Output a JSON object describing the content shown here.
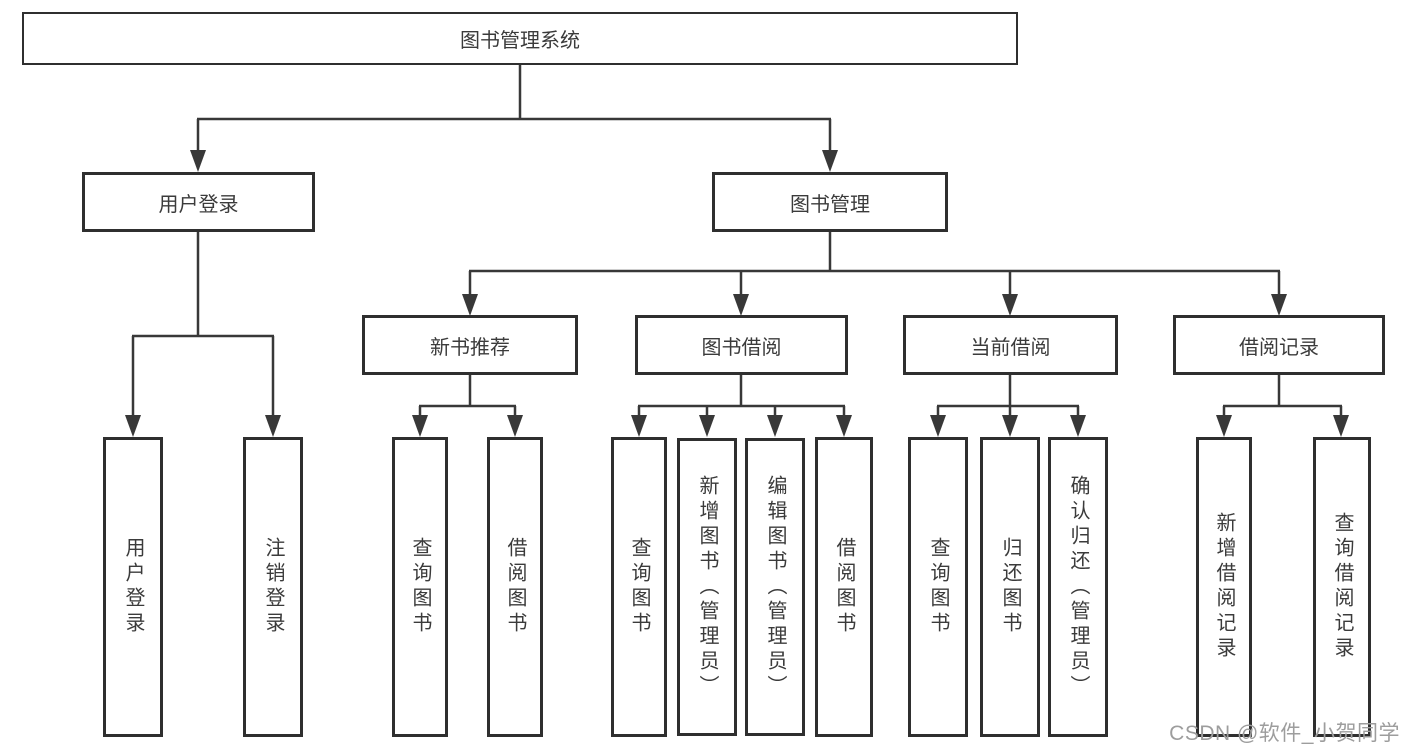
{
  "diagram": {
    "root": {
      "label": "图书管理系统"
    },
    "branches": [
      {
        "label": "用户登录",
        "children": [
          {
            "label": "用户登录"
          },
          {
            "label": "注销登录"
          }
        ]
      },
      {
        "label": "图书管理",
        "children": [
          {
            "label": "新书推荐",
            "children": [
              {
                "label": "查询图书"
              },
              {
                "label": "借阅图书"
              }
            ]
          },
          {
            "label": "图书借阅",
            "children": [
              {
                "label": "查询图书"
              },
              {
                "label": "新增图书（管理员）"
              },
              {
                "label": "编辑图书（管理员）"
              },
              {
                "label": "借阅图书"
              }
            ]
          },
          {
            "label": "当前借阅",
            "children": [
              {
                "label": "查询图书"
              },
              {
                "label": "归还图书"
              },
              {
                "label": "确认归还（管理员）"
              }
            ]
          },
          {
            "label": "借阅记录",
            "children": [
              {
                "label": "新增借阅记录"
              },
              {
                "label": "查询借阅记录"
              }
            ]
          }
        ]
      }
    ]
  },
  "watermark": "CSDN @软件_小贺同学",
  "colors": {
    "line": "#383838",
    "border": "#2f2f2f",
    "text": "#3b3b3b",
    "watermark_gray": "#9d9d9d"
  }
}
